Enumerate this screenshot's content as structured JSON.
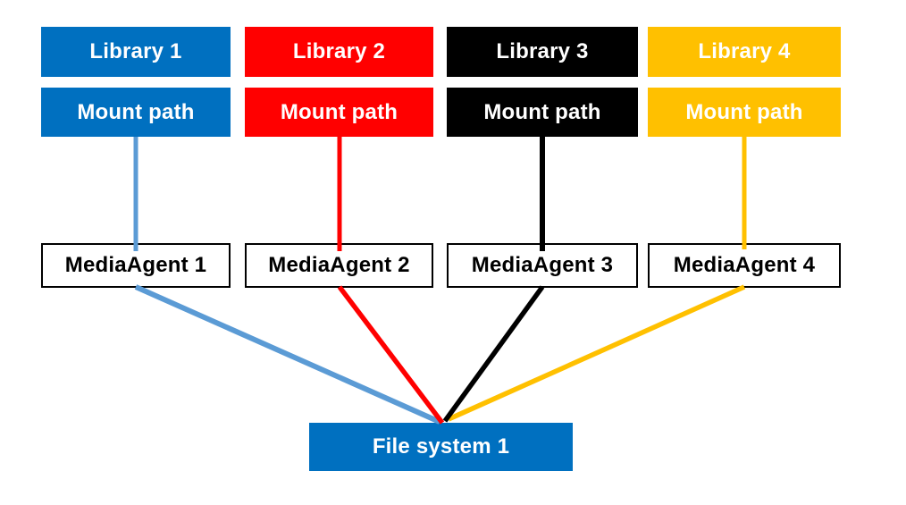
{
  "diagram": {
    "colors": {
      "blue": "#0070C0",
      "light_blue": "#5B9BD5",
      "red": "#FF0000",
      "black": "#000000",
      "gold": "#FFC000",
      "agent_fill": "#FFFFFF",
      "agent_border": "#000000",
      "label_text_light": "#FFFFFF",
      "label_text_dark": "#000000"
    },
    "columns": [
      {
        "library": "Library 1",
        "mount_path": "Mount path",
        "media_agent": "MediaAgent 1",
        "box_color": "#0070C0",
        "line_color": "#5B9BD5"
      },
      {
        "library": "Library 2",
        "mount_path": "Mount path",
        "media_agent": "MediaAgent 2",
        "box_color": "#FF0000",
        "line_color": "#FF0000"
      },
      {
        "library": "Library 3",
        "mount_path": "Mount path",
        "media_agent": "MediaAgent 3",
        "box_color": "#000000",
        "line_color": "#000000"
      },
      {
        "library": "Library 4",
        "mount_path": "Mount path",
        "media_agent": "MediaAgent 4",
        "box_color": "#FFC000",
        "line_color": "#FFC000"
      }
    ],
    "file_system": {
      "label": "File system 1",
      "box_color": "#0070C0"
    },
    "connections": [
      {
        "from": "Mount path (Library 1)",
        "to": "MediaAgent 1",
        "color": "#5B9BD5"
      },
      {
        "from": "Mount path (Library 2)",
        "to": "MediaAgent 2",
        "color": "#FF0000"
      },
      {
        "from": "Mount path (Library 3)",
        "to": "MediaAgent 3",
        "color": "#000000"
      },
      {
        "from": "Mount path (Library 4)",
        "to": "MediaAgent 4",
        "color": "#FFC000"
      },
      {
        "from": "MediaAgent 1",
        "to": "File system 1",
        "color": "#5B9BD5"
      },
      {
        "from": "MediaAgent 2",
        "to": "File system 1",
        "color": "#FF0000"
      },
      {
        "from": "MediaAgent 3",
        "to": "File system 1",
        "color": "#000000"
      },
      {
        "from": "MediaAgent 4",
        "to": "File system 1",
        "color": "#FFC000"
      }
    ]
  }
}
